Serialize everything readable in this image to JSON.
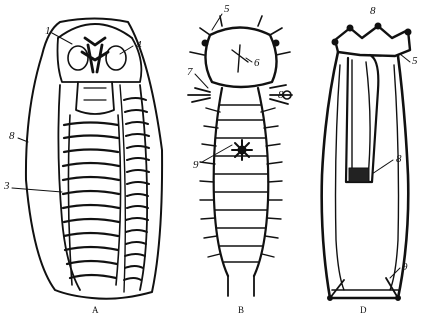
{
  "panels": [
    {
      "id": "A",
      "caption": "A",
      "labels": [
        "1",
        "4",
        "8",
        "3"
      ]
    },
    {
      "id": "B",
      "caption": "B",
      "labels": [
        "5",
        "6",
        "7",
        "8",
        "9"
      ]
    },
    {
      "id": "D",
      "caption": "D",
      "labels": [
        "8",
        "5",
        "8",
        "9"
      ]
    }
  ]
}
